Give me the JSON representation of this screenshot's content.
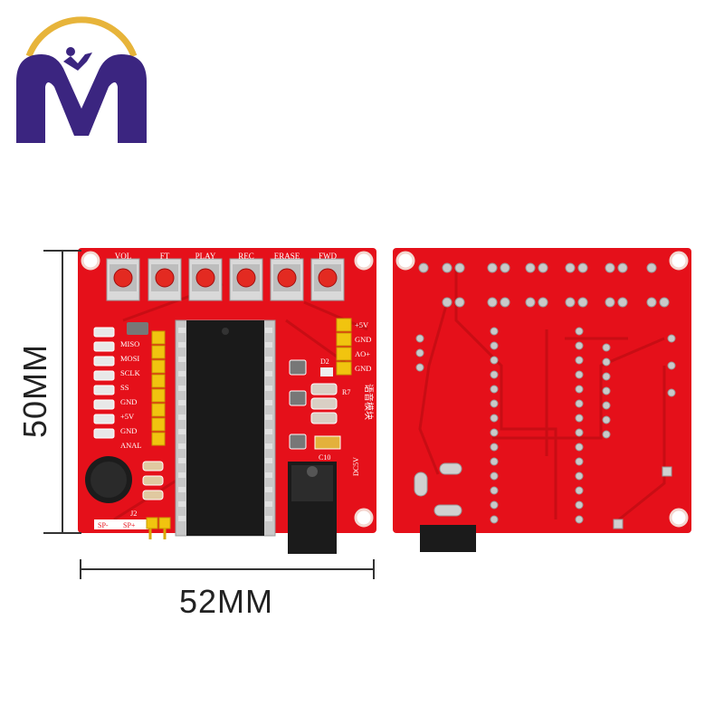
{
  "front_board": {
    "buttons": [
      "VOL",
      "FT",
      "PLAY",
      "REC",
      "ERASE",
      "FWD"
    ],
    "left_pins": [
      "MISO",
      "MOSI",
      "SCLK",
      "SS",
      "GND",
      "+5V",
      "GND",
      "ANAL"
    ],
    "right_pins": [
      "+5V",
      "GND",
      "AO+",
      "GND"
    ],
    "labels": {
      "d2": "D2",
      "r7": "R7",
      "c10": "C10",
      "dc5v": "DC5V",
      "j2": "J2",
      "sp_minus": "SP-",
      "sp_plus": "SP+",
      "module_cn": "语音模块"
    }
  },
  "dimensions": {
    "height": "50MM",
    "width": "52MM"
  },
  "colors": {
    "pcb": "#e5101a",
    "logo_purple": "#3b2580",
    "logo_gold": "#e7b43a"
  },
  "icons": [
    "m-logo-icon",
    "microphone-icon",
    "dc-jack-icon",
    "ic-chip-icon"
  ]
}
